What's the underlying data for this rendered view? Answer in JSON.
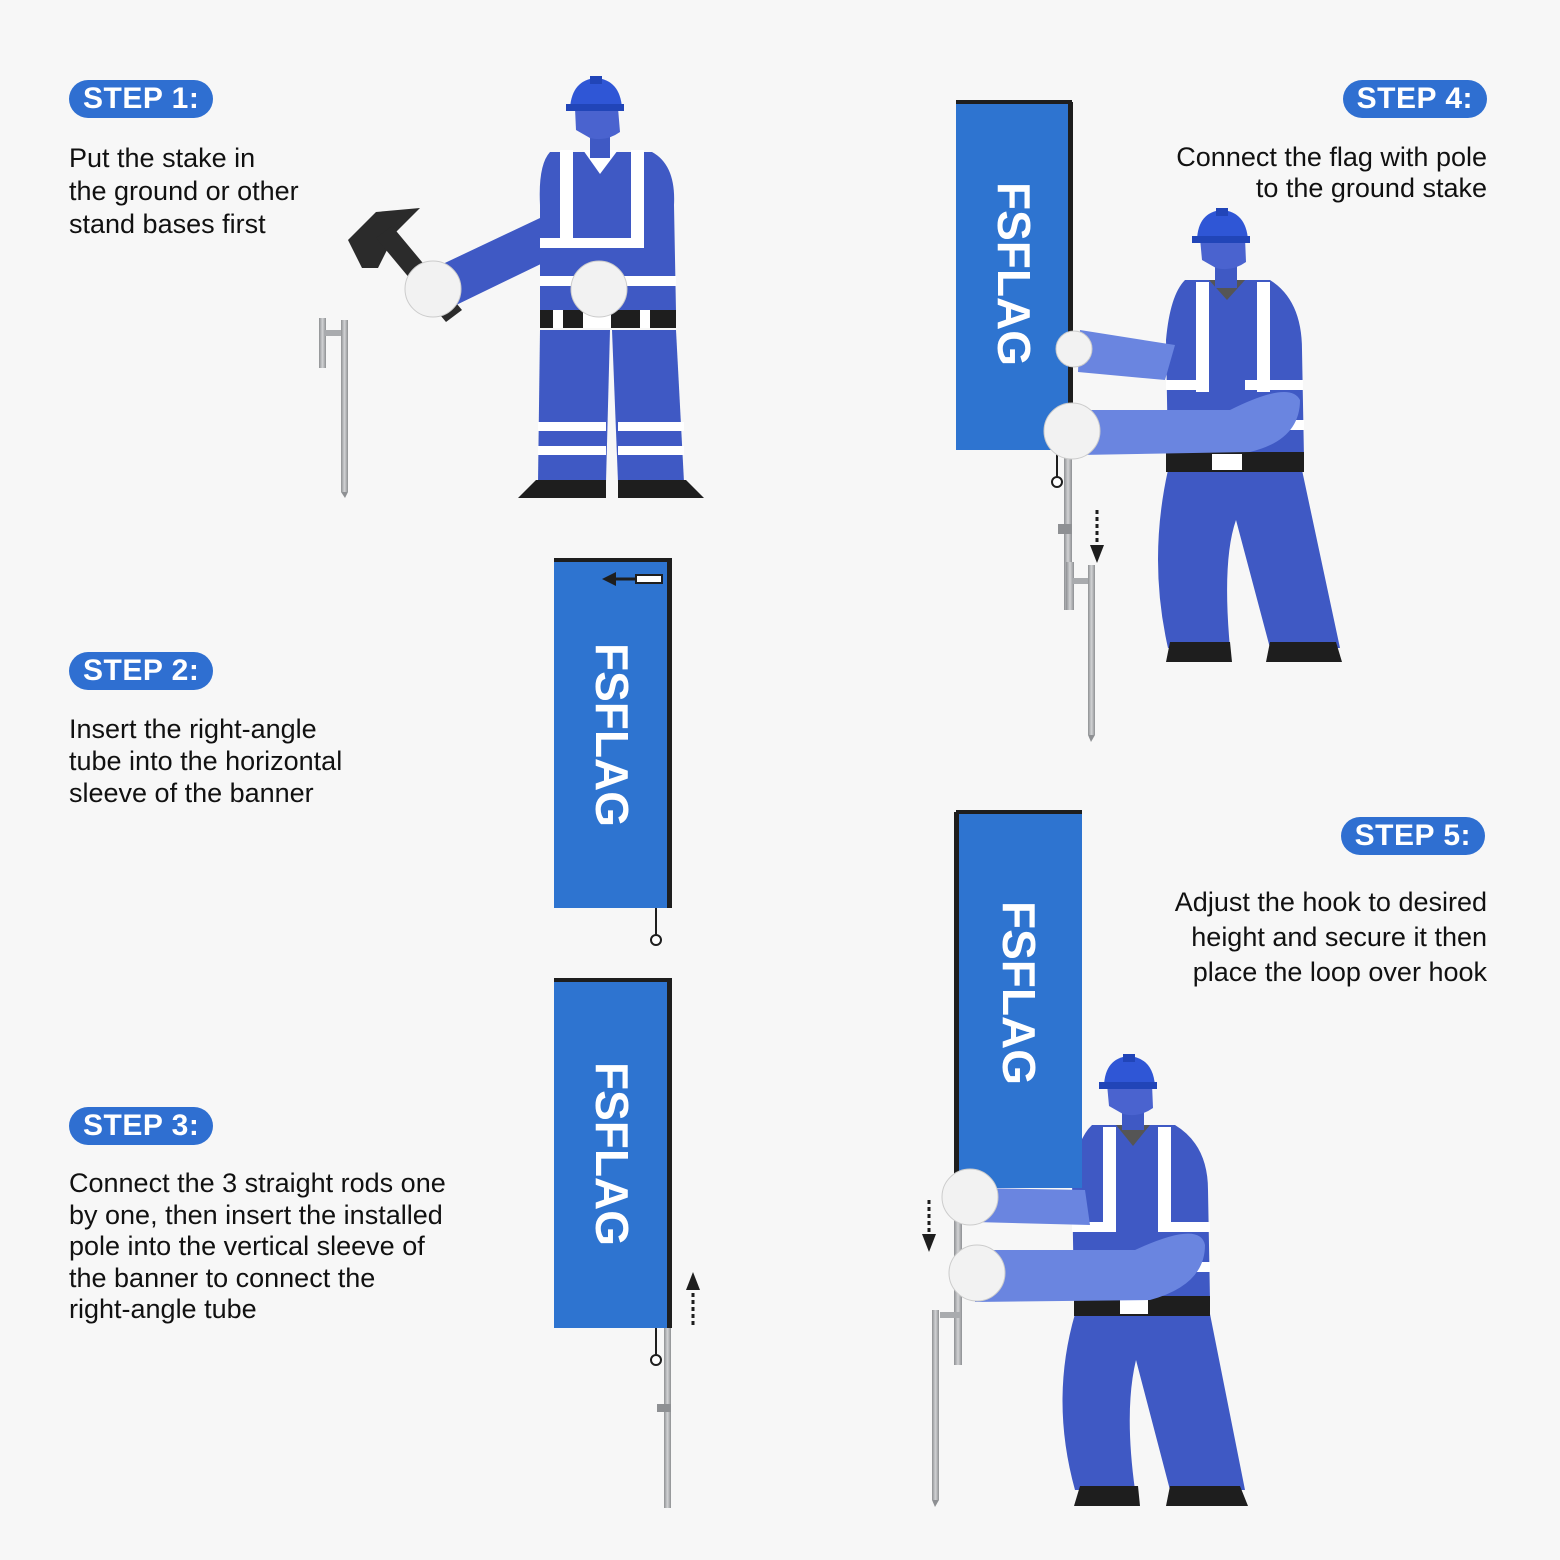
{
  "colors": {
    "background": "#f7f7f7",
    "badge": "#2f6fd1",
    "flag": "#2e74d0",
    "worker": "#3f59c4",
    "worker_light": "#6a85e0",
    "helmet": "#2f56d6",
    "pole": "#a9abae",
    "boots": "#1e1e1e",
    "text": "#111111"
  },
  "icons": [
    "hard-hat-icon",
    "hammer-icon",
    "ground-stake-icon",
    "flag-banner-icon",
    "arrow-left-icon",
    "arrow-up-icon",
    "arrow-down-icon",
    "hook-loop-icon"
  ],
  "steps": [
    {
      "badge": "STEP 1:",
      "lines": [
        "Put the stake in",
        "the ground or other",
        "stand bases first"
      ]
    },
    {
      "badge": "STEP 2:",
      "lines": [
        "Insert the right-angle",
        "tube into the horizontal",
        "sleeve of the banner"
      ]
    },
    {
      "badge": "STEP 3:",
      "lines": [
        "Connect the 3 straight rods one",
        "by one, then insert the installed",
        "pole into the vertical sleeve of",
        "the banner to connect the",
        "right-angle tube"
      ]
    },
    {
      "badge": "STEP 4:",
      "lines": [
        "Connect the flag with pole",
        "to the ground stake"
      ]
    },
    {
      "badge": "STEP 5:",
      "lines": [
        "Adjust the hook to desired",
        "height and secure it then",
        "place the loop over hook"
      ]
    }
  ],
  "flag_text": "FSFLAG"
}
